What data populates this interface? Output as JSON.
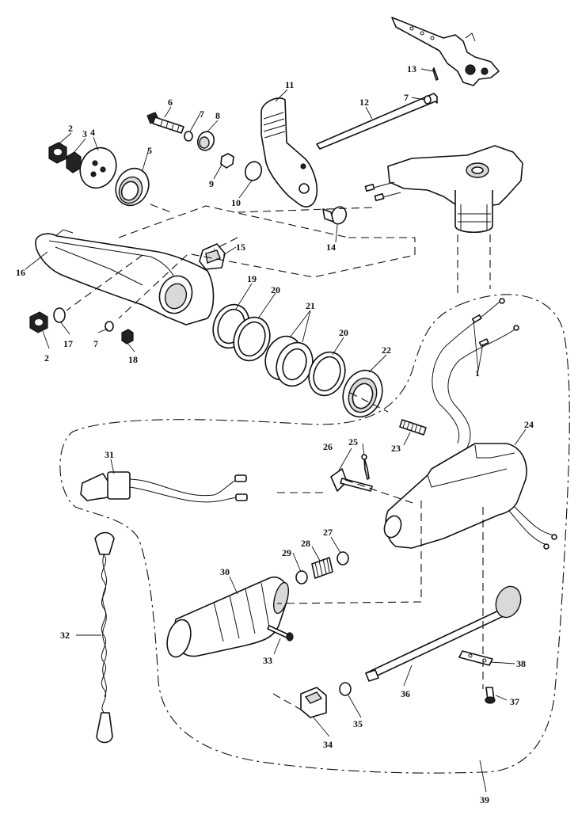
{
  "diagram": {
    "callouts": {
      "c1": "1",
      "c2a": "2",
      "c2b": "2",
      "c3": "3",
      "c4": "4",
      "c5": "5",
      "c6": "6",
      "c7a": "7",
      "c7b": "7",
      "c7c": "7",
      "c8": "8",
      "c9": "9",
      "c10": "10",
      "c11": "11",
      "c12": "12",
      "c13": "13",
      "c14": "14",
      "c15": "15",
      "c16": "16",
      "c17": "17",
      "c18": "18",
      "c19": "19",
      "c20a": "20",
      "c20b": "20",
      "c21": "21",
      "c22": "22",
      "c23": "23",
      "c24": "24",
      "c25": "25",
      "c26": "26",
      "c27": "27",
      "c28": "28",
      "c29": "29",
      "c30": "30",
      "c31": "31",
      "c32": "32",
      "c33": "33",
      "c34": "34",
      "c35": "35",
      "c36": "36",
      "c37": "37",
      "c38": "38",
      "c39": "39"
    }
  }
}
